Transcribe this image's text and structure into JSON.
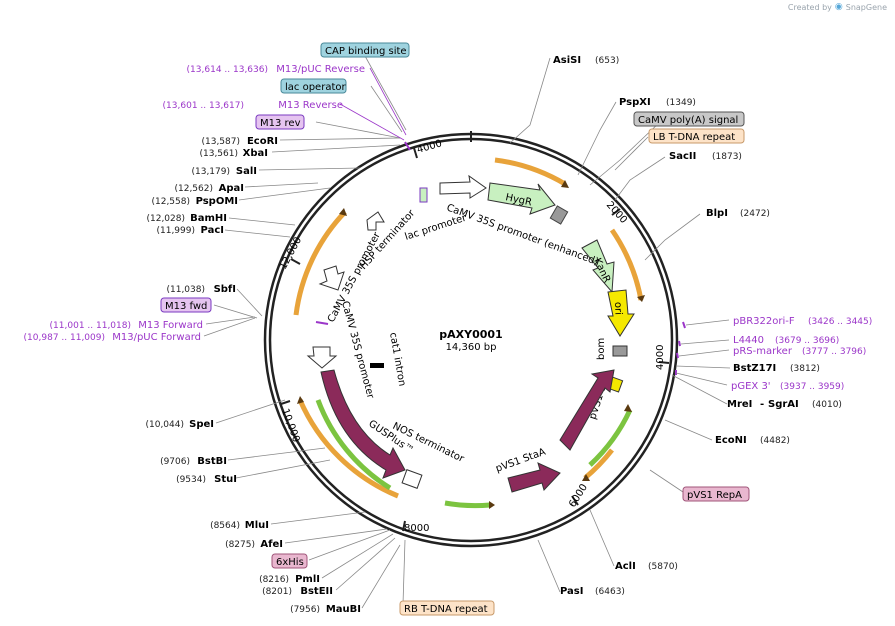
{
  "brand": {
    "created_by": "Created by",
    "product": "SnapGene"
  },
  "plasmid": {
    "name": "pAXY0001",
    "length": "14,360 bp"
  },
  "ticks": [
    "2000",
    "4000",
    "6000",
    "8000",
    "10,000",
    "12,000"
  ],
  "sites": [
    {
      "name": "AsiSI",
      "pos": "(653)"
    },
    {
      "name": "PspXI",
      "pos": "(1349)"
    },
    {
      "name": "SacII",
      "pos": "(1873)"
    },
    {
      "name": "BlpI",
      "pos": "(2472)"
    },
    {
      "name": "BstZ17I",
      "pos": "(3812)"
    },
    {
      "name": "MreI",
      "pos": ""
    },
    {
      "name": "SgrAI",
      "pos": "(4010)"
    },
    {
      "name": "EcoNI",
      "pos": "(4482)"
    },
    {
      "name": "AclI",
      "pos": "(5870)"
    },
    {
      "name": "PasI",
      "pos": "(6463)"
    },
    {
      "name": "MauBI",
      "pos": "(7956)"
    },
    {
      "name": "BstEII",
      "pos": "(8201)"
    },
    {
      "name": "PmlI",
      "pos": "(8216)"
    },
    {
      "name": "AfeI",
      "pos": "(8275)"
    },
    {
      "name": "MluI",
      "pos": "(8564)"
    },
    {
      "name": "StuI",
      "pos": "(9534)"
    },
    {
      "name": "BstBI",
      "pos": "(9706)"
    },
    {
      "name": "SpeI",
      "pos": "(10,044)"
    },
    {
      "name": "SbfI",
      "pos": "(11,038)"
    },
    {
      "name": "PacI",
      "pos": "(11,999)"
    },
    {
      "name": "BamHI",
      "pos": "(12,028)"
    },
    {
      "name": "PspOMI",
      "pos": "(12,558)"
    },
    {
      "name": "ApaI",
      "pos": "(12,562)"
    },
    {
      "name": "SalI",
      "pos": "(13,179)"
    },
    {
      "name": "XbaI",
      "pos": "(13,561)"
    },
    {
      "name": "EcoRI",
      "pos": "(13,587)"
    }
  ],
  "primers": [
    {
      "name": "M13/pUC Reverse",
      "pos": "(13,614 .. 13,636)"
    },
    {
      "name": "M13 Reverse",
      "pos": "(13,601 .. 13,617)"
    },
    {
      "name": "M13 Forward",
      "pos": "(11,001 .. 11,018)"
    },
    {
      "name": "M13/pUC Forward",
      "pos": "(10,987 .. 11,009)"
    },
    {
      "name": "pBR322ori-F",
      "pos": "(3426 .. 3445)"
    },
    {
      "name": "L4440",
      "pos": "(3679 .. 3696)"
    },
    {
      "name": "pRS-marker",
      "pos": "(3777 .. 3796)"
    },
    {
      "name": "pGEX 3'",
      "pos": "(3937 .. 3959)"
    }
  ],
  "boxed_labels": {
    "cap": "CAP binding site",
    "lac_op": "lac operator",
    "m13rev": "M13 rev",
    "m13fwd": "M13 fwd",
    "camv_polya": "CaMV poly(A) signal",
    "lb": "LB T-DNA repeat",
    "repA": "pVS1 RepA",
    "his": "6xHis",
    "rb": "RB T-DNA repeat"
  },
  "features": {
    "hygr": "HygR",
    "kanr": "KanR",
    "ori": "ori",
    "bom": "bom",
    "pvs1_oriv": "pVS1 oriV",
    "pvs1_staa": "pVS1 StaA",
    "nos_term": "NOS terminator",
    "gusplus": "GUSPlus™",
    "camv35s_a": "CaMV 35S promoter",
    "camv35s_b": "CaMV 35S promoter",
    "camv35s_enh": "CaMV 35S promoter (enhanced)",
    "lac_prom": "lac promoter",
    "hsp_term": "HSP terminator",
    "cat1": "cat1 intron"
  },
  "colors": {
    "backbone": "#222222",
    "orange_arrow": "#e8a33a",
    "green_arrow": "#7cc440",
    "maroon": "#8b2a5a",
    "hygr_fill": "#c8f0c0",
    "ori_fill": "#f5e800",
    "primer": "#9b36c9",
    "cap_fill": "#9fd3df",
    "lb_fill": "#fde3c8",
    "repA_fill": "#e9b7cf",
    "polya_fill": "#c8c8c8",
    "m13_fill": "#e5c4f0"
  }
}
